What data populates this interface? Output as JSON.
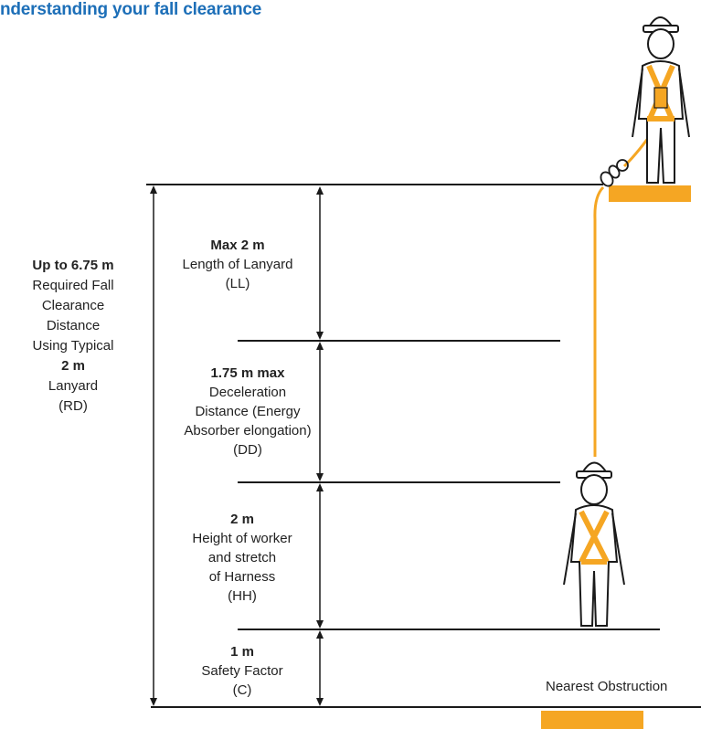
{
  "title": "nderstanding your fall clearance",
  "colors": {
    "title": "#1d6fb8",
    "accent": "#f5a623",
    "line": "#1a1a1a"
  },
  "total": {
    "value": "Up to 6.75 m",
    "line1": "Required Fall",
    "line2": "Clearance",
    "line3": "Distance",
    "line4": "Using Typical",
    "value2": "2 m",
    "line5": "Lanyard",
    "code": "(RD)"
  },
  "segments": [
    {
      "value": "Max 2 m",
      "line1": "Length of Lanyard",
      "line2": "",
      "line3": "",
      "code": "(LL)"
    },
    {
      "value": "1.75 m max",
      "line1": "Deceleration",
      "line2": "Distance (Energy",
      "line3": "Absorber elongation)",
      "code": "(DD)"
    },
    {
      "value": "2 m",
      "line1": "Height of worker",
      "line2": "and stretch",
      "line3": "of Harness",
      "code": "(HH)"
    },
    {
      "value": "1 m",
      "line1": "Safety Factor",
      "line2": "",
      "line3": "",
      "code": "(C)"
    }
  ],
  "obstruction_label": "Nearest Obstruction",
  "icons": [
    "worker-standing-icon",
    "worker-fallen-icon",
    "lanyard-hook-icon"
  ]
}
